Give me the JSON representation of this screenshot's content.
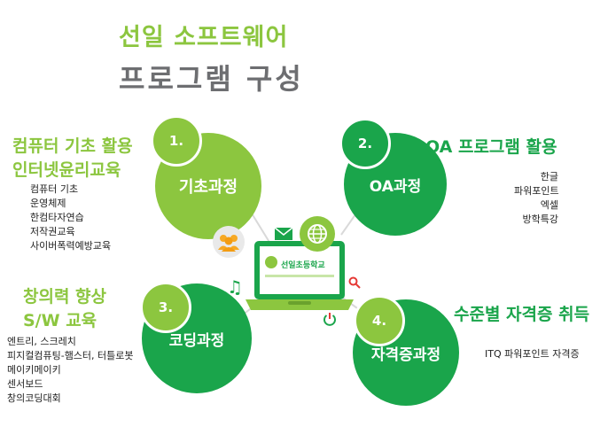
{
  "title": {
    "line1": "선일 소프트웨어",
    "line2": "프로그램 구성"
  },
  "laptop": {
    "screen_text": "선일초등학교"
  },
  "sections": [
    {
      "number": "1.",
      "name": "기초과정",
      "heading": [
        "컴퓨터 기초 활용",
        "인터넷윤리교육"
      ],
      "items": [
        "컴퓨터 기초",
        "운영체제",
        "한컴타자연습",
        "저작권교육",
        "사이버폭력예방교육"
      ]
    },
    {
      "number": "2.",
      "name": "OA과정",
      "heading": [
        "OA 프로그램 활용"
      ],
      "items": [
        "한글",
        "파워포인트",
        "엑셀",
        "방학특강"
      ]
    },
    {
      "number": "3.",
      "name": "코딩과정",
      "heading": [
        "창의력 향상",
        "S/W 교육"
      ],
      "items": [
        "엔트리, 스크레치",
        "피지컬컴퓨팅-햄스터, 터틀로봇",
        "메이키메이키",
        "센서보드",
        "창의코딩대회"
      ]
    },
    {
      "number": "4.",
      "name": "자격증과정",
      "heading": [
        "수준별 자격증 취득"
      ],
      "items": [
        "ITQ 파워포인트 자격증"
      ]
    }
  ],
  "colors": {
    "lime": "#8cc63f",
    "green": "#1aa54b",
    "gray": "#6d6e71"
  }
}
